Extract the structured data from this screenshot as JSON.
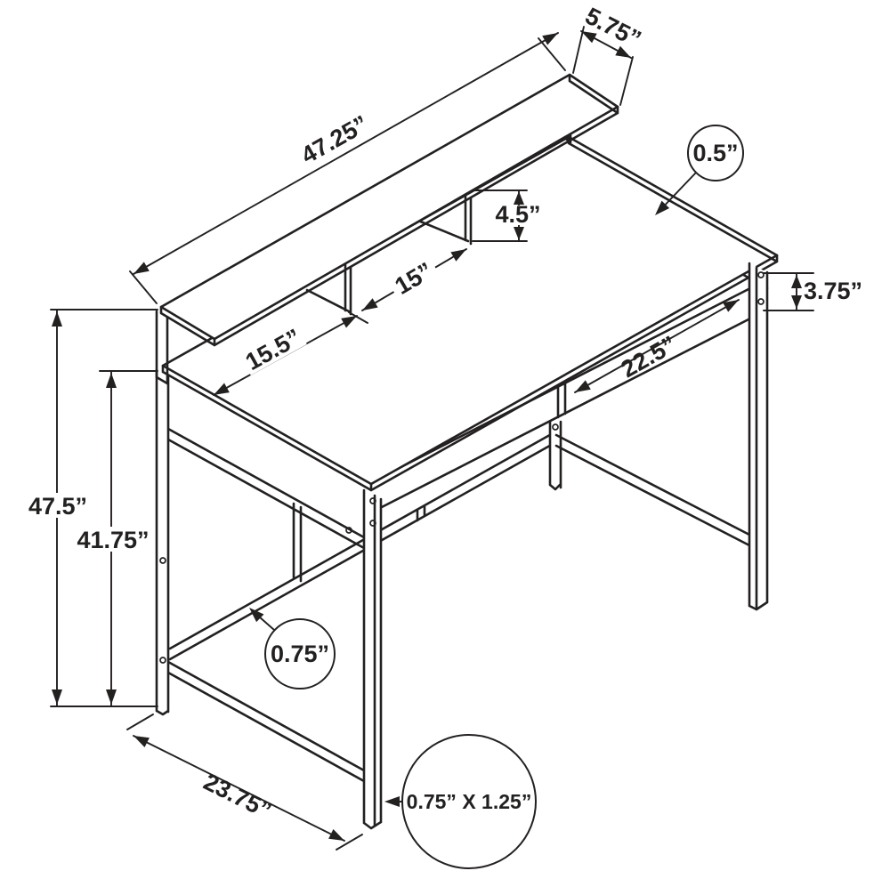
{
  "colors": {
    "line": "#232020",
    "background": "#ffffff"
  },
  "labels": {
    "shelf_length": "47.25”",
    "shelf_depth": "5.75”",
    "top_thickness": "0.5”",
    "hutch_height": "4.5”",
    "divider_spacing": "15”",
    "divider_offset": "15.5”",
    "apron_height": "3.75”",
    "apron_span": "22.5”",
    "overall_height": "47.5”",
    "frame_height": "41.75”",
    "tube_size": "0.75”",
    "desk_depth": "23.75”",
    "leg_size": "0.75” X 1.25”"
  }
}
